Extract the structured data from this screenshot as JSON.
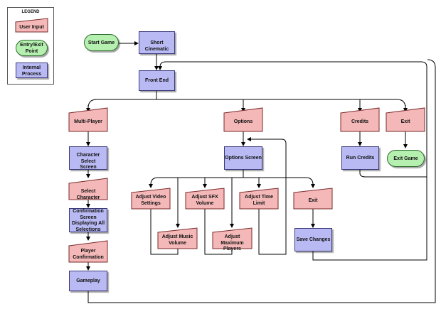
{
  "legend": {
    "title": "LEGEND",
    "user_input": "User Input",
    "entry_exit": "Entry/Exit\nPoint",
    "internal": "Internal\nProcess"
  },
  "nodes": {
    "start": "Start Game",
    "cinematic": "Short Cinematic",
    "frontend": "Front End",
    "multiplayer": "Multi-Player",
    "options": "Options",
    "credits": "Credits",
    "exit_top": "Exit",
    "char_select": "Character Select\nScreen",
    "select_char": "Select Character",
    "confirm_screen": "Confirmation\nScreen\nDisplaying All\nSelections",
    "player_confirm": "Player\nConfirmation",
    "gameplay": "Gameplay",
    "options_screen": "Options Screen",
    "adj_video": "Adjust Video\nSettings",
    "adj_music": "Adjust Music\nVolume",
    "adj_sfx": "Adjust SFX\nVolume",
    "adj_players": "Adjust Maximum\nPlayers",
    "adj_time": "Adjust Time\nLimit",
    "exit_options": "Exit",
    "save": "Save Changes",
    "run_credits": "Run Credits",
    "exit_game": "Exit Game"
  },
  "colors": {
    "user_input": "#f4b8b8",
    "entry_exit": "#b6f0b0",
    "internal": "#b9b9f3"
  }
}
